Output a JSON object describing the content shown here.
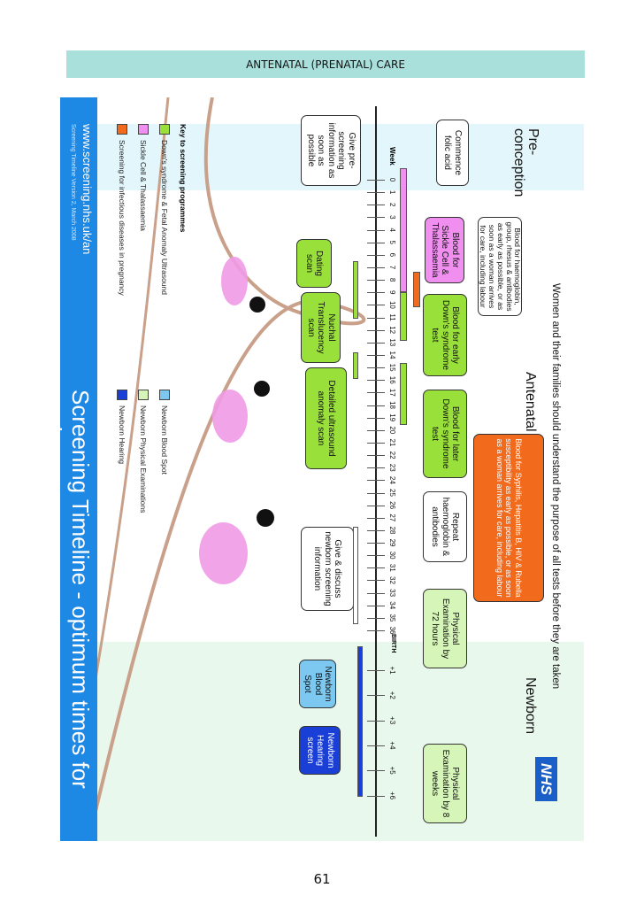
{
  "header": {
    "title": "ANTENATAL (PRENATAL) CARE"
  },
  "page_number": "61",
  "infographic": {
    "intro": "Women and their families should understand the purpose of all tests before they are taken",
    "sections": {
      "preconception": "Pre-conception",
      "antenatal": "Antenatal",
      "newborn": "Newborn"
    },
    "logo": "NHS",
    "boxes": {
      "folic": "Commence folic acid",
      "prescreen": "Give pre-screening information as soon as possible",
      "haemoglobin": "Blood for haemoglobin, group, rhesus & antibodies as early as possible, or as soon as a woman arrives for care, including labour",
      "sickle": "Blood for Sickle Cell & Thalassaemia",
      "early_downs": "Blood for early Down's syndrome test",
      "later_downs": "Blood for later Down's syndrome test",
      "infectious": "Blood for Syphilis, Hepatitis B, HIV & Rubella susceptibility as early as possible, or as soon as a woman arrives for care, including labour",
      "repeat": "Repeat haemoglobin & antibodies",
      "phys72": "Physical Examination by 72 hours",
      "phys8w": "Physical Examination by 8 weeks",
      "dating": "Dating scan",
      "nuchal": "Nuchal Translucency scan",
      "detailed": "Detailed ultrasound anomaly scan",
      "discuss": "Give & discuss newborn screening information",
      "bloodspot": "Newborn Blood Spot",
      "hearing": "Newborn Hearing screen"
    },
    "timeline": {
      "week_label": "Week",
      "weeks": [
        "0",
        "1",
        "2",
        "3",
        "4",
        "5",
        "6",
        "7",
        "8",
        "9",
        "10",
        "11",
        "12",
        "13",
        "14",
        "15",
        "16",
        "17",
        "18",
        "19",
        "20",
        "21",
        "22",
        "23",
        "24",
        "25",
        "26",
        "27",
        "28",
        "29",
        "30",
        "31",
        "32",
        "33",
        "34",
        "35",
        "36"
      ],
      "birth": "BIRTH",
      "postnatal": [
        "+1",
        "+2",
        "+3",
        "+4",
        "+5",
        "+6"
      ]
    },
    "key": {
      "title": "Key to screening programmes",
      "items": [
        {
          "label": "Down's syndrome & Fetal Anomaly Ultrasound",
          "color": "#99e03a"
        },
        {
          "label": "Sickle Cell & Thalassaemia",
          "color": "#f08ff0"
        },
        {
          "label": "Screening for infectious diseases in pregnancy",
          "color": "#f26b1d"
        },
        {
          "label": "Newborn Blood Spot",
          "color": "#7cc8f0"
        },
        {
          "label": "Newborn Physical Examinations",
          "color": "#d6f5b8"
        },
        {
          "label": "Newborn Hearing",
          "color": "#1a3fd6"
        }
      ]
    },
    "footer": {
      "url": "www.screening.nhs.uk/an",
      "version": "Screening Timeline Version 2, March 2008",
      "title": "Screening Timeline - optimum times for testing"
    }
  }
}
